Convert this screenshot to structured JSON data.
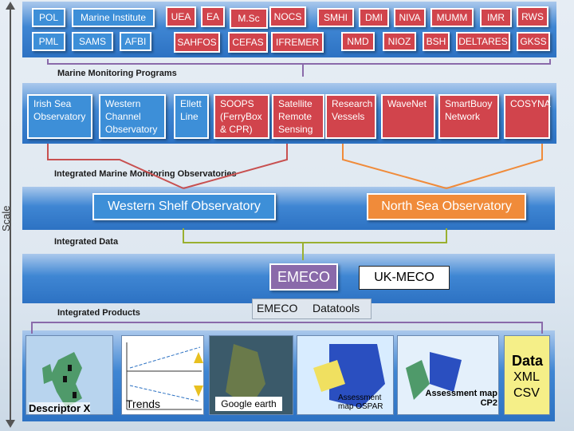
{
  "scale_label": "Scale",
  "institutions": {
    "row1": [
      "POL",
      "Marine Institute",
      "UEA",
      "EA",
      "M.Sc",
      "NOCS",
      "SMHI",
      "DMI",
      "NIVA",
      "MUMM",
      "IMR",
      "RWS"
    ],
    "row2": [
      "PML",
      "SAMS",
      "AFBI",
      "SAHFOS",
      "CEFAS",
      "IFREMER",
      "NMD",
      "NIOZ",
      "BSH",
      "DELTARES",
      "GKSS"
    ]
  },
  "sections": {
    "programs": "Marine Monitoring Programs",
    "observatories": "Integrated Marine Monitoring Observatories",
    "data": "Integrated Data",
    "products": "Integrated Products"
  },
  "programs": [
    "Irish Sea Observatory",
    "Western Channel Observatory",
    "Ellett Line",
    "SOOPS (FerryBox & CPR)",
    "Satellite Remote Sensing",
    "Research Vessels",
    "WaveNet",
    "SmartBuoy Network",
    "COSYNA"
  ],
  "observatories": {
    "west": "Western Shelf Observatory",
    "north": "North Sea Observatory"
  },
  "emeco": {
    "main": "EMECO",
    "ukmeco": "UK-MECO",
    "datatools_emeco": "EMECO",
    "datatools": "Datatools"
  },
  "products": {
    "descriptor": "Descriptor X",
    "trends": "Trends",
    "google": "Google earth",
    "ospar": "Assessment map OSPAR",
    "cp2": "Assessment map CP2",
    "data_title": "Data",
    "xml": "XML",
    "csv": "CSV"
  }
}
